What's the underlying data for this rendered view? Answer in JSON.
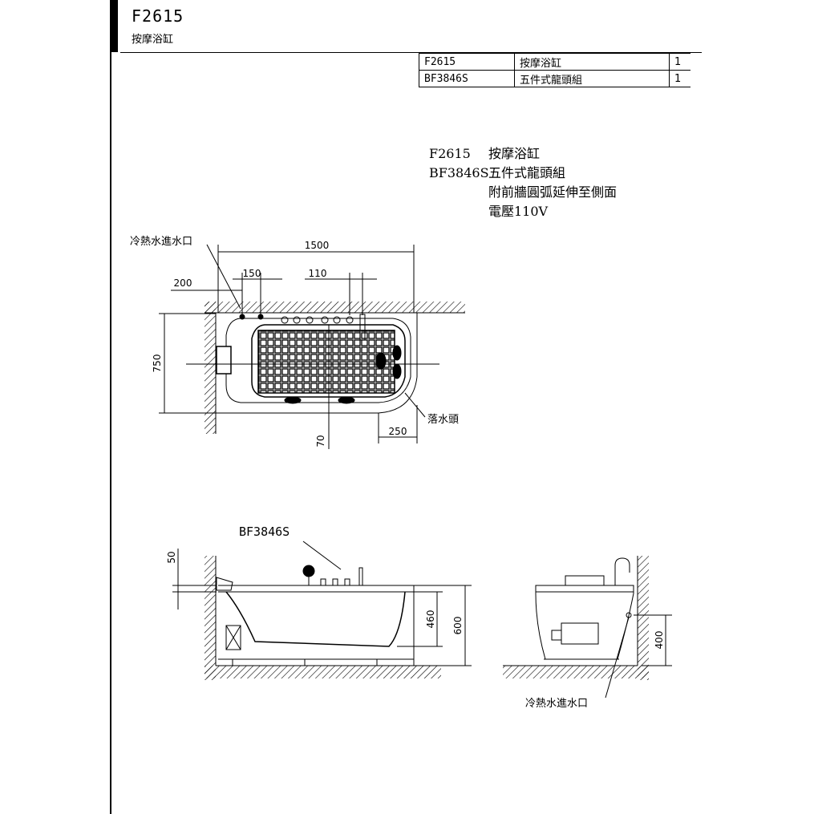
{
  "title": {
    "code": "F2615",
    "name": "按摩浴缸"
  },
  "parts_table": [
    {
      "code": "F2615",
      "name": "按摩浴缸",
      "qty": "1"
    },
    {
      "code": "BF3846S",
      "name": "五件式龍頭組",
      "qty": "1"
    }
  ],
  "notes": [
    {
      "code": "F2615",
      "text": "按摩浴缸"
    },
    {
      "code": "BF3846S",
      "text": "五件式龍頭組"
    },
    {
      "code": "",
      "text": "附前牆圓弧延伸至側面"
    },
    {
      "code": "",
      "text": "電壓110V"
    }
  ],
  "plan_view": {
    "inlet_label": "冷熱水進水口",
    "dim_length": "1500",
    "dim_150": "150",
    "dim_110": "110",
    "dim_200": "200",
    "dim_width": "750",
    "dim_70": "70",
    "dim_250": "250",
    "drain_label": "落水頭"
  },
  "side_view": {
    "faucet_label": "BF3846S",
    "dim_50": "50",
    "dim_460": "460",
    "dim_600": "600"
  },
  "end_view": {
    "dim_400": "400",
    "inlet_label": "冷熱水進水口"
  }
}
